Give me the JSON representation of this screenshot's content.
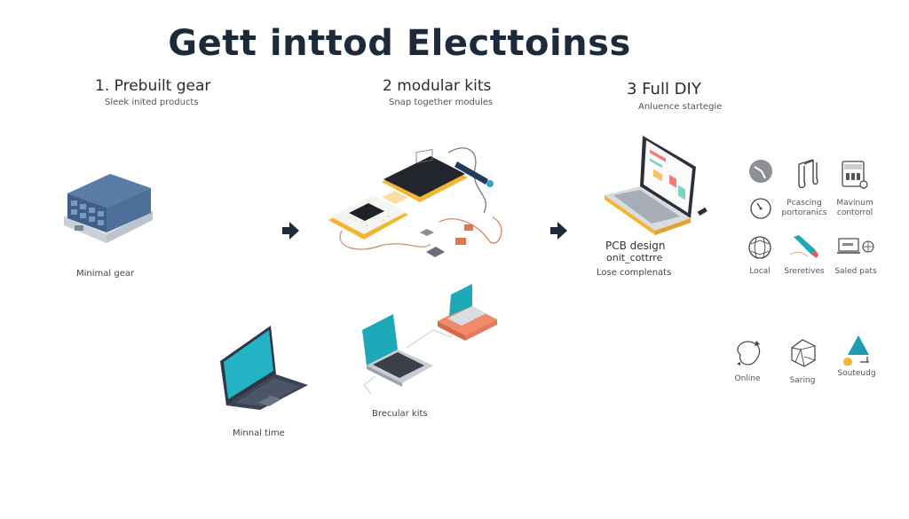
{
  "header": {
    "title": "Gett inttod Electtoinss"
  },
  "stages": [
    {
      "heading": "1. Prebuilt gear",
      "subtitle": "Sleek inited products",
      "captions": [
        "Minimal gear",
        "Minnal time"
      ]
    },
    {
      "heading": "2 modular kits",
      "subtitle": "Snap together modules",
      "captions": [
        "Brecular kits"
      ]
    },
    {
      "heading": "3 Full  DIY",
      "subtitle": "Anluence startegie",
      "captions": [
        "PCB design",
        "onit_cottrre",
        "Lose complenats"
      ]
    }
  ],
  "flow_arrows": [
    "arrow-right",
    "arrow-right"
  ],
  "diy_icons": [
    {
      "icon": "clock-icon",
      "label": ""
    },
    {
      "icon": "tuning-fork-icon",
      "label": ""
    },
    {
      "icon": "control-panel-icon",
      "label": ""
    },
    {
      "icon": "gauge-icon",
      "label": ""
    },
    {
      "icon": "",
      "label": "Pcascing\nportoranics"
    },
    {
      "icon": "",
      "label": "Mavinum\ncontorrol"
    },
    {
      "icon": "globe-icon",
      "label": "Local"
    },
    {
      "icon": "soldering-iron-icon",
      "label": "Sreretives"
    },
    {
      "icon": "laptop-globe-icon",
      "label": "Saled pats"
    },
    {
      "icon": "cycle-icon",
      "label": "Online"
    },
    {
      "icon": "polyhedron-icon",
      "label": "Saring"
    },
    {
      "icon": "shapes-icon",
      "label": "Souteudg"
    }
  ],
  "colors": {
    "title": "#1c2a3a",
    "arrow": "#1c2a3a",
    "server_blue": "#4d6f99",
    "teal_screen": "#1fa9b8",
    "kit_yellow": "#f2b632",
    "laptop_dark": "#2f3747",
    "coral": "#f08a6a"
  }
}
